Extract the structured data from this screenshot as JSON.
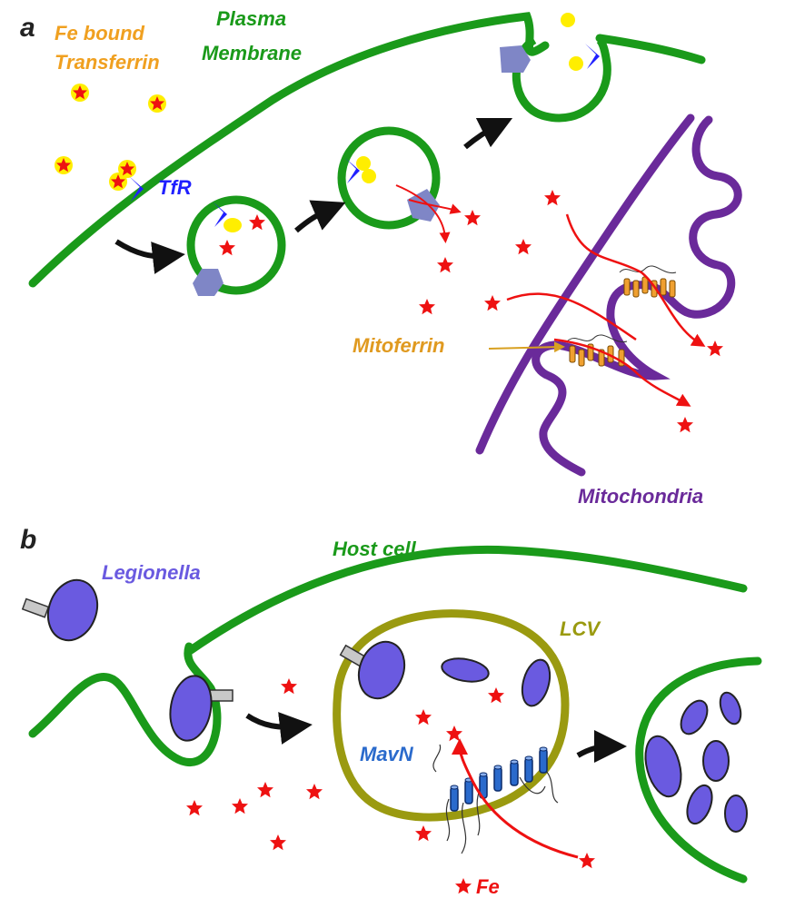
{
  "panel_a": {
    "letter": "a",
    "labels": {
      "transferrin_line1": "Fe bound",
      "transferrin_line2": "Transferrin",
      "membrane_line1": "Plasma",
      "membrane_line2": "Membrane",
      "receptor": "TfR",
      "mitoferrin": "Mitoferrin",
      "mitochondria": "Mitochondria"
    }
  },
  "panel_b": {
    "letter": "b",
    "labels": {
      "legionella": "Legionella",
      "host_cell": "Host cell",
      "lcv": "LCV",
      "mavn": "MavN",
      "iron": "Fe"
    }
  },
  "colors": {
    "membrane_green": "#1a9a1a",
    "transferrin_orange": "#f0a020",
    "receptor_blue": "#2020ff",
    "mito_purple": "#6a2a9a",
    "iron_red": "#ee1111",
    "bacteria_violet": "#6a5ae0",
    "lcv_olive": "#9a9a10",
    "mavn_blue": "#2a6acc"
  }
}
